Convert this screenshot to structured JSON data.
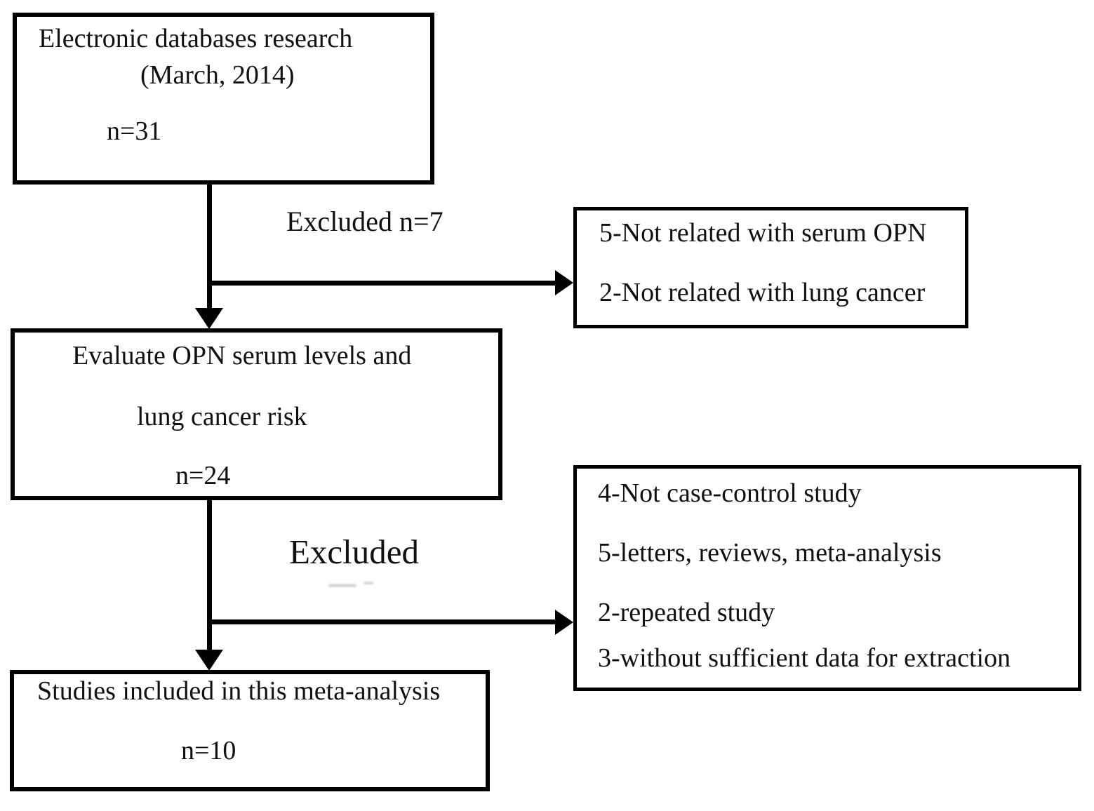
{
  "flow": {
    "box_search": {
      "line1": "Electronic databases research",
      "line2": "(March, 2014)",
      "count": "n=31"
    },
    "box_excluded1": {
      "item1": "5-Not related with serum OPN",
      "item2": "2-Not related with lung cancer"
    },
    "label_excluded1": "Excluded n=7",
    "box_evaluate": {
      "line1": "Evaluate OPN serum levels and",
      "line2": "lung cancer risk",
      "count": "n=24"
    },
    "box_excluded2": {
      "item1": "4-Not case-control study",
      "item2": "5-letters, reviews, meta-analysis",
      "item3": "2-repeated study",
      "item4": "3-without sufficient data for extraction"
    },
    "label_excluded2": "Excluded",
    "box_included": {
      "line1": "Studies included in this meta-analysis",
      "count": "n=10"
    },
    "colors": {
      "line": "#000000",
      "background": "#ffffff",
      "text": "#111111"
    }
  }
}
